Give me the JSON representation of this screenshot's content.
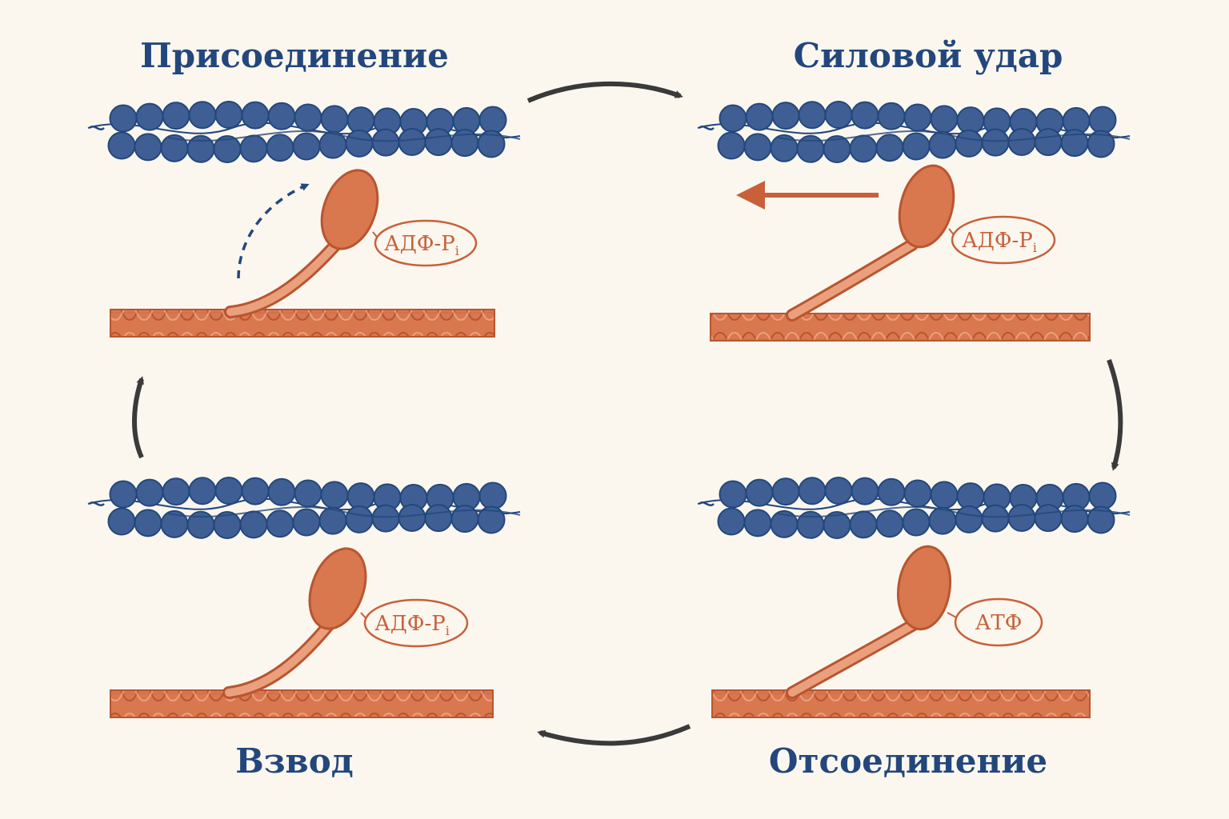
{
  "panels": {
    "attachment": {
      "title": "Присоединение",
      "label": "АДФ-P",
      "label_sub": "i"
    },
    "power_stroke": {
      "title": "Силовой удар",
      "label": "АДФ-P",
      "label_sub": "i"
    },
    "detachment": {
      "title": "Отсоединение",
      "label": "АТФ",
      "label_sub": ""
    },
    "cocking": {
      "title": "Взвод",
      "label": "АДФ-P",
      "label_sub": "i"
    }
  },
  "colors": {
    "actin": "#3f5f94",
    "actin_stroke": "#23477c",
    "myosin": "#d9774f",
    "myosin_dark": "#b9552f",
    "title": "#23477c",
    "cycle_arrow": "#3a3a3a",
    "background": "#fbf7ef"
  },
  "icons": {
    "cycle_arrow": "curved-arrow-icon",
    "binding_arrow": "dashed-curved-arrow-icon",
    "movement_arrow": "left-arrow-icon"
  }
}
